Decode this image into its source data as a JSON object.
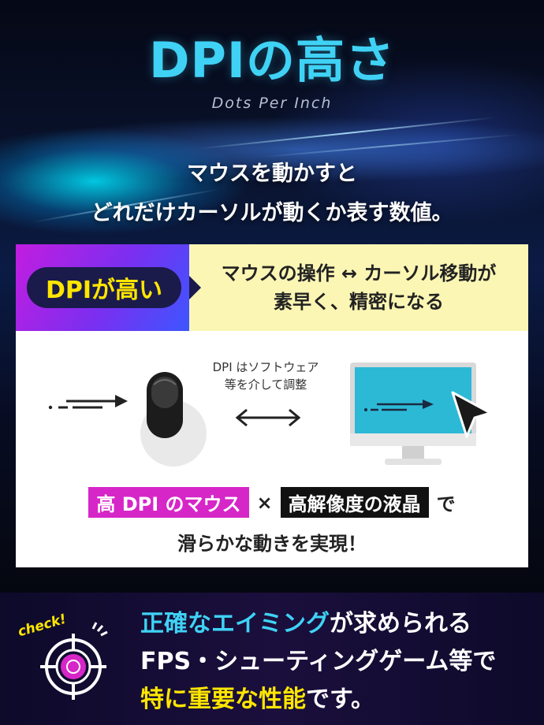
{
  "title": "DPIの高さ",
  "subtitle": "Dots Per Inch",
  "intro": {
    "line1": "マウスを動かすと",
    "line2": "どれだけカーソルが動くか表す数値。"
  },
  "card": {
    "badge_label": "DPIが高い",
    "desc_line1": "マウスの操作 ↔ カーソル移動が",
    "desc_line2": "素早く、精密になる",
    "note_line1": "DPI はソフトウェア",
    "note_line2": "等を介して調整",
    "tag1": "高 DPI のマウス",
    "times": "×",
    "tag2": "高解像度の液晶",
    "suffix": "で",
    "conclusion": "滑らかな動きを実現！"
  },
  "bottom": {
    "check_label": "check!",
    "l1_cyan": "正確なエイミング",
    "l1_rest": "が求められる",
    "l2": "FPS・シューティングゲーム等で",
    "l3_yellow": "特に重要な性能",
    "l3_rest": "です。"
  },
  "colors": {
    "accent_cyan": "#3fd2f5",
    "accent_yellow": "#ffe600",
    "accent_pink": "#d626c8",
    "desc_bg": "#fbf6b4"
  },
  "icons": [
    "motion-arrow-icon",
    "mouse-icon",
    "double-arrow-icon",
    "monitor-icon",
    "cursor-icon",
    "crosshair-icon"
  ]
}
